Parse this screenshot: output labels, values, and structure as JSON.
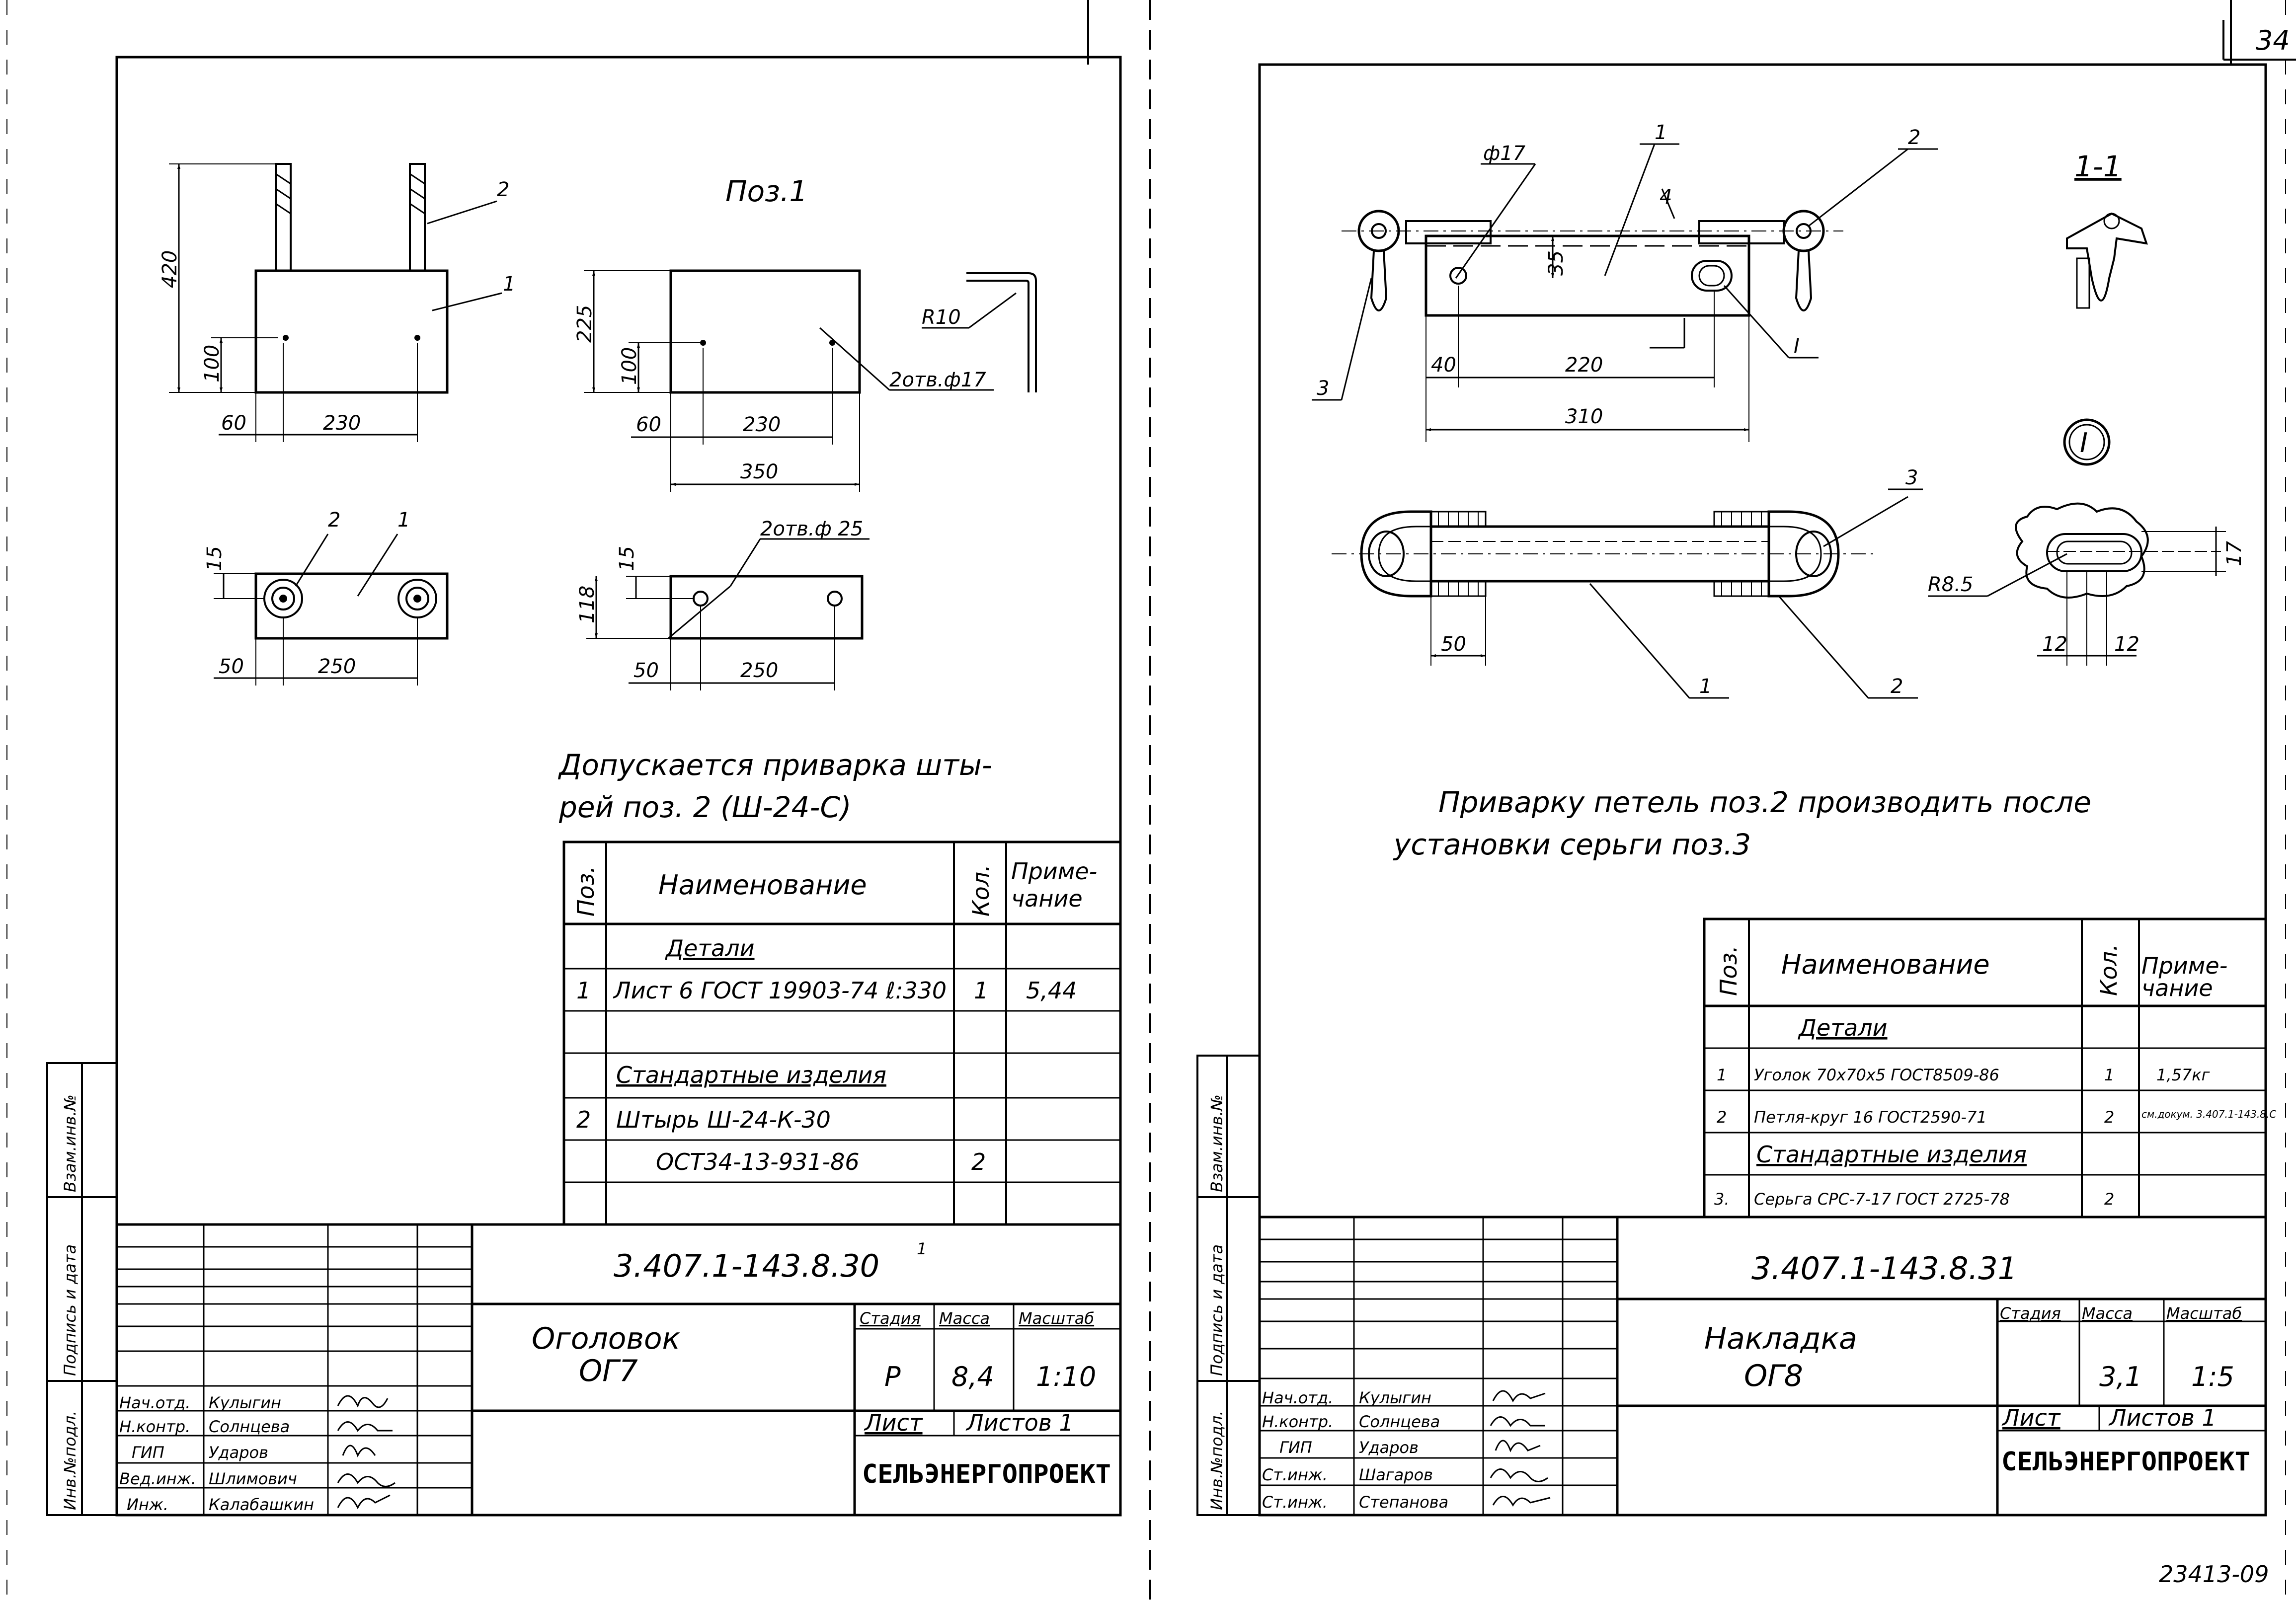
{
  "page_number": "34",
  "archive_number": "23413-09",
  "sheet1": {
    "views": {
      "pos_label": "Поз.1",
      "dims": {
        "front_height": "420",
        "front_pin_height": "100",
        "front_left": "60",
        "front_span": "230",
        "flat_height": "225",
        "flat_hole_height": "100",
        "flat_left": "60",
        "flat_span": "230",
        "flat_width": "350",
        "bend_radius": "R10",
        "holes_17": "2отв.ф17",
        "plan_depth": "15",
        "plan_left": "50",
        "plan_span": "250",
        "plan2_depth": "15",
        "plan2_height": "118",
        "plan2_left": "50",
        "plan2_span": "250",
        "holes_25": "2отв.ф 25"
      },
      "callouts": {
        "pin": "2",
        "plate": "1",
        "plan_pin": "2",
        "plan_plate": "1"
      }
    },
    "note_line1": "Допускается приварка шты-",
    "note_line2": "рей поз. 2 (Ш-24-С)",
    "spec": {
      "head_pos": "Поз.",
      "head_name": "Наименование",
      "head_qty": "Кол.",
      "head_note_1": "Приме-",
      "head_note_2": "чание",
      "section_details": "Детали",
      "rows": [
        {
          "pos": "1",
          "name": "Лист 6 ГОСТ 19903-74 ℓ:330",
          "qty": "1",
          "note": "5,44"
        },
        {
          "pos": "",
          "name": "Стандартные изделия",
          "qty": "",
          "note": ""
        },
        {
          "pos": "2",
          "name": "Штырь Ш-24-К-30",
          "qty": "",
          "note": ""
        },
        {
          "pos": "",
          "name": "ОСТ34-13-931-86",
          "qty": "2",
          "note": ""
        }
      ]
    },
    "title_block": {
      "code": "3.407.1-143.8.30",
      "code_sup": "1",
      "title_1": "Оголовок",
      "title_2": "ОГ7",
      "stage_head": "Стадия",
      "mass_head": "Масса",
      "scale_head": "Масштаб",
      "stage": "Р",
      "mass": "8,4",
      "scale": "1:10",
      "sheet": "Лист",
      "sheets": "Листов 1",
      "org": "СЕЛЬЭНЕРГОПРОЕКТ",
      "staff": [
        {
          "role": "Нач.отд.",
          "name": "Кулыгин"
        },
        {
          "role": "Н.контр.",
          "name": "Солнцева"
        },
        {
          "role": "ГИП",
          "name": "Ударов"
        },
        {
          "role": "Вед.инж.",
          "name": "Шлимович"
        },
        {
          "role": "Инж.",
          "name": "Калабашкин"
        }
      ]
    },
    "side_stamp": {
      "inv_podl": "Инв.№подл.",
      "podpis": "Подпись и дата",
      "vzam": "Взам.инв.№"
    }
  },
  "sheet2": {
    "views": {
      "dims": {
        "hole_dia": "ф17",
        "thickness": "35",
        "left_off": "40",
        "span": "220",
        "total": "310",
        "flange": "50",
        "slot_height": "17",
        "slot_radius": "R8.5",
        "slot_left": "12",
        "slot_right": "12"
      },
      "callouts": {
        "angle": "1",
        "loop": "2",
        "shackle": "3",
        "detail": "I",
        "plan_shackle": "3",
        "plan_angle": "1",
        "plan_loop": "2"
      },
      "section_label": "1-1",
      "detail_label": "I"
    },
    "note_line1": "Приварку петель поз.2 производить после",
    "note_line2": "установки серьги поз.3",
    "spec": {
      "head_pos": "Поз.",
      "head_name": "Наименование",
      "head_qty": "Кол.",
      "head_note_1": "Приме-",
      "head_note_2": "чание",
      "section_details": "Детали",
      "rows": [
        {
          "pos": "1",
          "name": "Уголок 70x70x5 ГОСТ8509-86",
          "qty": "1",
          "note": "1,57кг"
        },
        {
          "pos": "2",
          "name": "Петля-круг 16 ГОСТ2590-71",
          "qty": "2",
          "note": "см.докум. 3.407.1-143.8.С"
        },
        {
          "pos": "",
          "name": "Стандартные изделия",
          "qty": "",
          "note": ""
        },
        {
          "pos": "3.",
          "name": "Серьга СРС-7-17 ГОСТ 2725-78",
          "qty": "2",
          "note": ""
        }
      ]
    },
    "title_block": {
      "code": "3.407.1-143.8.31",
      "title_1": "Накладка",
      "title_2": "ОГ8",
      "stage_head": "Стадия",
      "mass_head": "Масса",
      "scale_head": "Масштаб",
      "stage": "",
      "mass": "3,1",
      "scale": "1:5",
      "sheet": "Лист",
      "sheets": "Листов 1",
      "org": "СЕЛЬЭНЕРГОПРОЕКТ",
      "staff": [
        {
          "role": "Нач.отд.",
          "name": "Кулыгин"
        },
        {
          "role": "Н.контр.",
          "name": "Солнцева"
        },
        {
          "role": "ГИП",
          "name": "Ударов"
        },
        {
          "role": "Ст.инж.",
          "name": "Шагаров"
        },
        {
          "role": "Ст.инж.",
          "name": "Степанова"
        }
      ]
    },
    "side_stamp": {
      "inv_podl": "Инв.№подл.",
      "podpis": "Подпись и дата",
      "vzam": "Взам.инв.№"
    }
  }
}
